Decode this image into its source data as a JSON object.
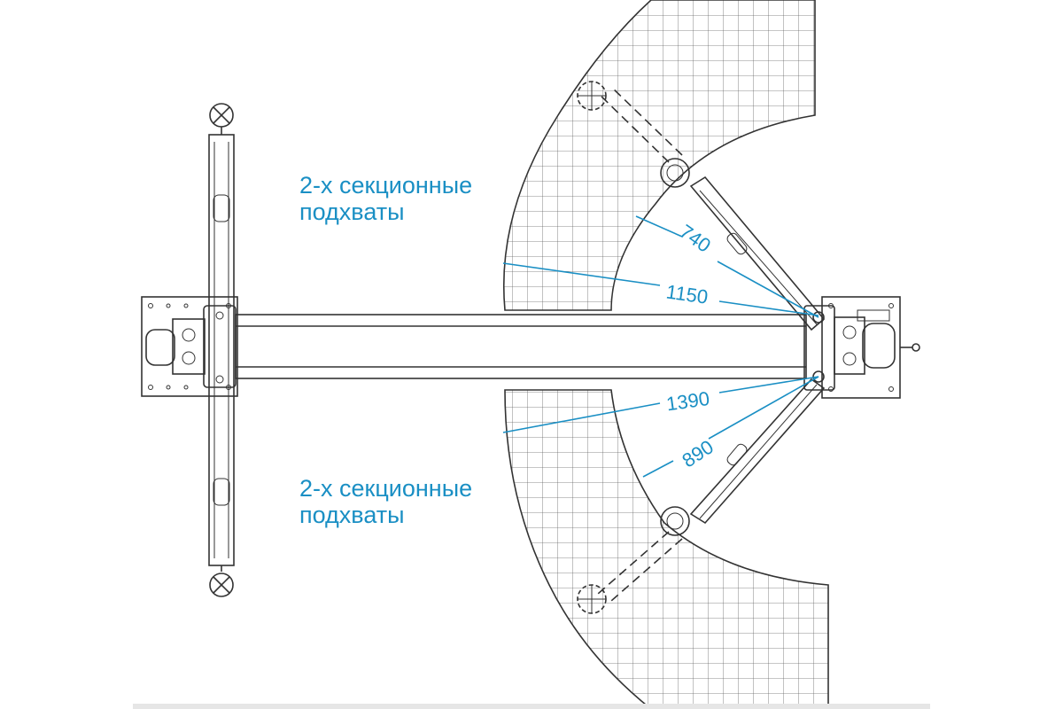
{
  "labels": {
    "top_line1": "2-х секционные",
    "top_line2": "подхваты",
    "bottom_line1": "2-х секционные",
    "bottom_line2": "подхваты"
  },
  "dimensions": {
    "upper_short": "740",
    "upper_long": "1150",
    "lower_long": "1390",
    "lower_short": "890"
  },
  "colors": {
    "accent": "#1a8fc4",
    "line": "#333333",
    "background": "#ffffff"
  }
}
